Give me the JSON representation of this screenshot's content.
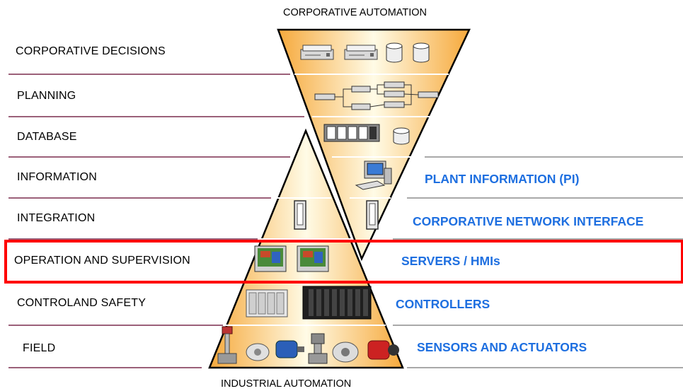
{
  "top_title": "CORPORATIVE AUTOMATION",
  "bottom_title": "INDUSTRIAL AUTOMATION",
  "levels": [
    "CORPORATIVE DECISIONS",
    "PLANNING",
    "DATABASE",
    "INFORMATION",
    "INTEGRATION",
    "OPERATION AND SUPERVISION",
    "CONTROLAND SAFETY",
    "FIELD"
  ],
  "right_labels": [
    "PLANT INFORMATION (PI)",
    "CORPORATIVE NETWORK INTERFACE",
    "SERVERS / HMIs",
    "CONTROLLERS",
    "SENSORS AND ACTUATORS"
  ],
  "colors": {
    "level_line": "#9b6079",
    "right_line": "#a9a9a9",
    "right_label": "#1e6fe0",
    "highlight_box": "#ff0000",
    "pyramid_fill_light": "#fffbe6",
    "pyramid_fill_dark": "#f6a93c"
  },
  "icons": [
    "server-icon",
    "database-icon",
    "flowchart-icon",
    "storage-rack-icon",
    "workstation-icon",
    "network-module-icon",
    "hmi-monitor-icon",
    "plc-controller-icon",
    "sensor-actuator-icon"
  ]
}
